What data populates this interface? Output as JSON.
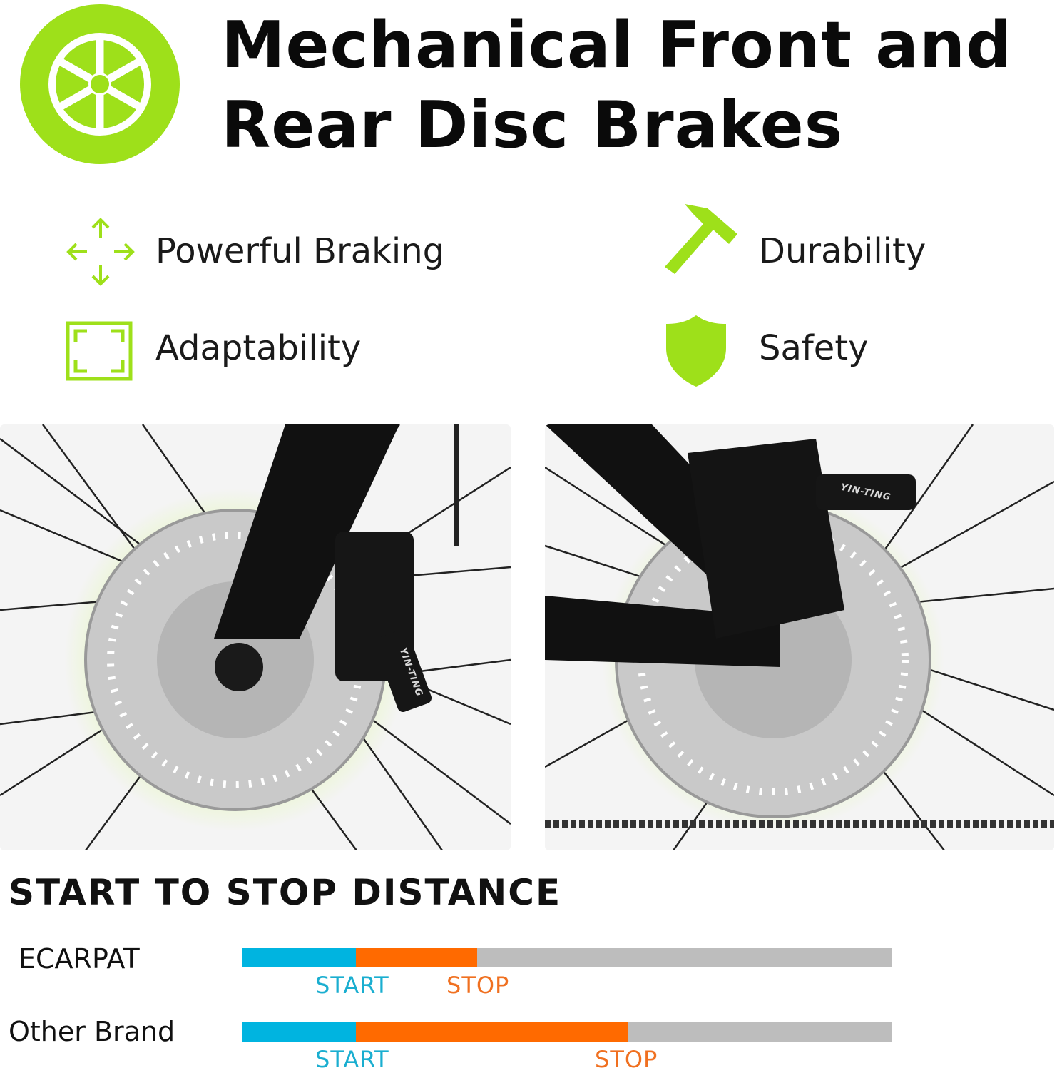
{
  "header": {
    "logo_icon": "wheel-icon",
    "title_line1": "Mechanical Front and",
    "title_line2": "Rear Disc Brakes"
  },
  "colors": {
    "accent": "#9ee01a",
    "start": "#00b4e0",
    "stop": "#ff6a00",
    "track": "#bdbdbd"
  },
  "features": [
    {
      "icon": "arrows-expand-icon",
      "label": "Powerful Braking"
    },
    {
      "icon": "hammer-icon",
      "label": "Durability"
    },
    {
      "icon": "frame-corners-icon",
      "label": "Adaptability"
    },
    {
      "icon": "shield-icon",
      "label": "Safety"
    }
  ],
  "photos": [
    {
      "name": "front-disc-brake-photo",
      "caliper_text": "YIN-TING"
    },
    {
      "name": "rear-disc-brake-photo",
      "caliper_text": "YIN-TING"
    }
  ],
  "comparison": {
    "title": "START TO STOP DISTANCE",
    "rows": [
      {
        "brand": "ECARPAT",
        "start_pct": 17.5,
        "stop_pct": 36.2,
        "start_label": "START",
        "stop_label": "STOP"
      },
      {
        "brand": "Other Brand",
        "start_pct": 17.5,
        "stop_pct": 59.3,
        "start_label": "START",
        "stop_label": "STOP"
      }
    ]
  }
}
